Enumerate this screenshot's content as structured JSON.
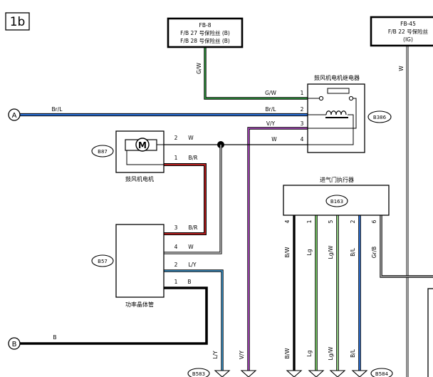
{
  "page": {
    "tag": "1b"
  },
  "fuse_boxes": [
    {
      "id": "fb8",
      "line1": "FB-8",
      "line2": "F/B 27 号保险丝 (B)",
      "line3": "F/B 28 号保险丝 (B)"
    },
    {
      "id": "fb45",
      "line1": "FB-45",
      "line2": "F/B 22 号保险丝",
      "line3": "(IG)"
    }
  ],
  "relay": {
    "title": "鼓风机电机继电器",
    "connector": "B386",
    "pins": [
      "1",
      "2",
      "3",
      "4"
    ],
    "wires": [
      "G/W",
      "Br/L",
      "V/Y",
      "W"
    ]
  },
  "blower_motor": {
    "title": "鼓风机电机",
    "connector": "B87",
    "symbol": "M",
    "pins": [
      "2",
      "1"
    ],
    "wires": [
      "W",
      "B/R"
    ]
  },
  "power_transistor": {
    "title": "功率晶体管",
    "connector": "B57",
    "pins": [
      "3",
      "4",
      "2",
      "1"
    ],
    "wires": [
      "B/R",
      "W",
      "L/Y",
      "B"
    ]
  },
  "intake_actuator": {
    "title": "进气门执行器",
    "connector": "B163",
    "pins": [
      "4",
      "1",
      "5",
      "2",
      "6"
    ],
    "wires": [
      "B/W",
      "Lg",
      "Lg/W",
      "B/L",
      "Gr/B"
    ]
  },
  "vertical_labels": {
    "fb8_wire": "G/W",
    "fb45_wire": "W",
    "bottom_left": [
      "L/Y",
      "V/Y"
    ],
    "bottom_right": [
      "B/W",
      "Lg",
      "Lg/W",
      "B/L"
    ]
  },
  "terminals": [
    {
      "id": "A",
      "wire": "Br/L"
    },
    {
      "id": "B",
      "wire": "B"
    }
  ],
  "bottom_connectors": [
    "B583",
    "B584"
  ],
  "colors": {
    "green": "#2f9e3f",
    "blue": "#2b6fd6",
    "red": "#b52020",
    "violet": "#b44cc8",
    "light_green": "#7fd36b",
    "gray": "#9a9a9a",
    "black": "#000000"
  }
}
